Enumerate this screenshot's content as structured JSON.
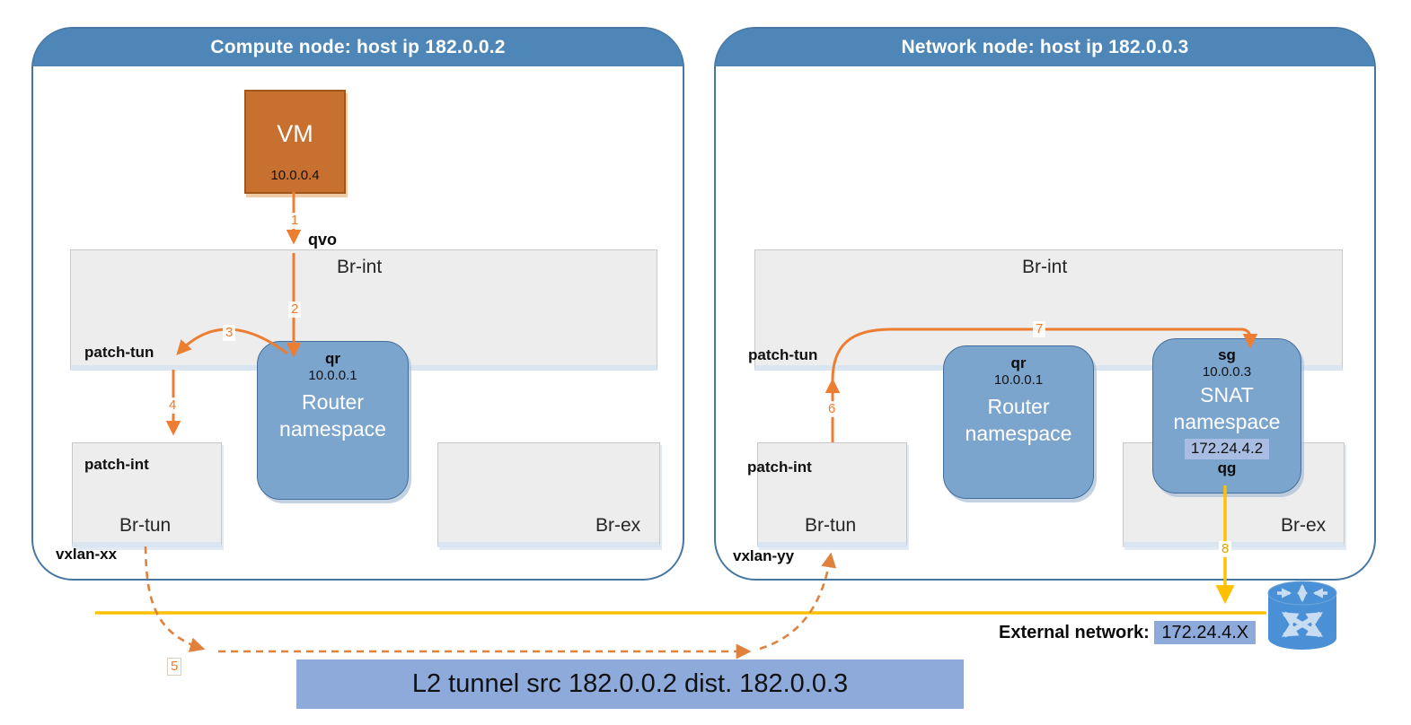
{
  "compute_node": {
    "title": "Compute node: host ip 182.0.0.2",
    "vm": {
      "label": "VM",
      "ip": "10.0.0.4"
    },
    "qvo_label": "qvo",
    "br_int": {
      "label": "Br-int",
      "port_label": "patch-tun"
    },
    "router_ns": {
      "port": "qr",
      "ip": "10.0.0.1",
      "line1": "Router",
      "line2": "namespace"
    },
    "br_tun": {
      "label": "Br-tun",
      "port_label": "patch-int"
    },
    "br_ex": {
      "label": "Br-ex"
    },
    "vxlan_label": "vxlan-xx"
  },
  "network_node": {
    "title": "Network node: host ip 182.0.0.3",
    "br_int": {
      "label": "Br-int",
      "port_label": "patch-tun"
    },
    "router_ns": {
      "port": "qr",
      "ip": "10.0.0.1",
      "line1": "Router",
      "line2": "namespace"
    },
    "snat_ns": {
      "port": "sg",
      "ip": "10.0.0.3",
      "line1": "SNAT",
      "line2": "namespace",
      "ext_ip": "172.24.4.2",
      "qg_label": "qg"
    },
    "br_tun": {
      "label": "Br-tun",
      "port_label": "patch-int"
    },
    "br_ex": {
      "label": "Br-ex"
    },
    "vxlan_label": "vxlan-yy"
  },
  "steps": {
    "s1": "1",
    "s2": "2",
    "s3": "3",
    "s4": "4",
    "s5": "5",
    "s6": "6",
    "s7": "7",
    "s8": "8"
  },
  "tunnel": {
    "label": "L2 tunnel src 182.0.0.2 dist. 182.0.0.3"
  },
  "external": {
    "label": "External network:",
    "value": "172.24.4.X"
  },
  "colors": {
    "node_header_blue": "#4E86B8",
    "namespace_blue": "#7CA5CE",
    "vm_orange": "#C8702F",
    "arrow_orange": "#ED7D31",
    "external_yellow": "#FFC000",
    "tunnel_label_bg": "#8EAADB",
    "snat_ip_highlight": "#A9BDE3",
    "bridge_gray": "#EDEDED"
  }
}
